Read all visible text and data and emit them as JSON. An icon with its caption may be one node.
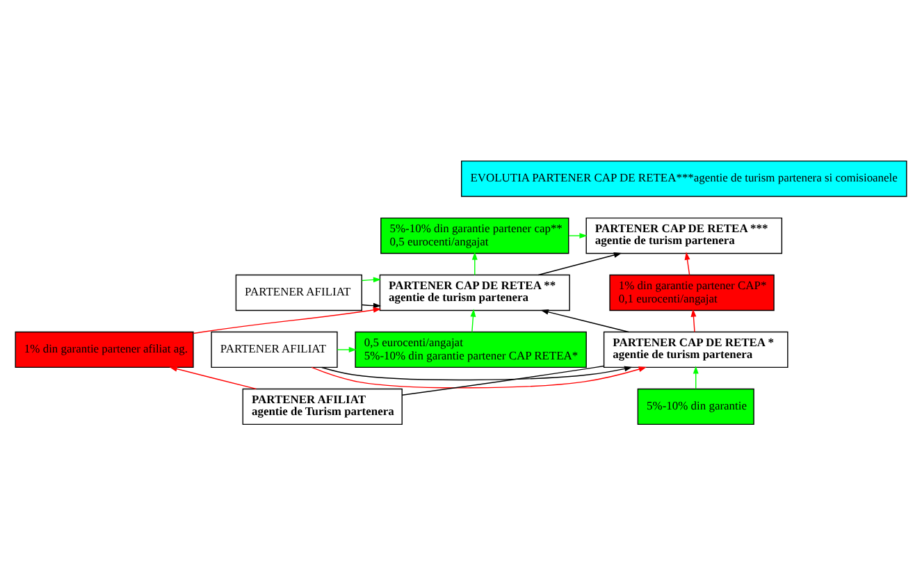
{
  "diagram": {
    "nodes": [
      {
        "text": [
          "EVOLUTIA PARTENER CAP DE RETEA***agentie de turism partenera si comisioanele"
        ]
      },
      {
        "text": [
          "PARTENER CAP DE RETEA ***",
          "agentie de turism partenera"
        ]
      },
      {
        "text": [
          "5%-10% din garantie partener cap**",
          "0,5 eurocenti/angajat"
        ]
      },
      {
        "text": [
          "1% din garantie partener CAP*",
          "0,1 eurocenti/angajat"
        ]
      },
      {
        "text": [
          "PARTENER CAP DE RETEA **",
          "agentie de turism partenera"
        ]
      },
      {
        "text": [
          "PARTENER AFILIAT"
        ]
      },
      {
        "text": [
          "PARTENER CAP DE RETEA *",
          "agentie de turism partenera"
        ]
      },
      {
        "text": [
          "PARTENER AFILIAT"
        ]
      },
      {
        "text": [
          "1% din garantie partener afiliat ag."
        ]
      },
      {
        "text": [
          "0,5 eurocenti/angajat",
          "5%-10% din garantie partener CAP RETEA*"
        ]
      },
      {
        "text": [
          "PARTENER AFILIAT",
          "agentie de Turism partenera"
        ]
      },
      {
        "text": [
          "5%-10% din garantie"
        ]
      }
    ],
    "edges": [
      {
        "from": 2,
        "to": 1,
        "arrow": "to",
        "color": "#00ff00"
      },
      {
        "from": 3,
        "to": 1,
        "arrow": "to",
        "color": "#ff0000"
      },
      {
        "from": 4,
        "to": 1,
        "arrow": "to",
        "color": "#000000"
      },
      {
        "from": 4,
        "to": 2,
        "arrow": "to",
        "color": "#00ff00"
      },
      {
        "from": 5,
        "to": 4,
        "arrow": "to",
        "color": "#00ff00"
      },
      {
        "from": 5,
        "to": 4,
        "arrow": "to",
        "color": "#000000"
      },
      {
        "from": 6,
        "to": 3,
        "arrow": "to",
        "color": "#ff0000"
      },
      {
        "from": 8,
        "to": 4,
        "arrow": "to",
        "color": "#ff0000"
      },
      {
        "from": 6,
        "to": 4,
        "arrow": "to",
        "color": "#000000"
      },
      {
        "from": 9,
        "to": 4,
        "arrow": "to",
        "color": "#00ff00"
      },
      {
        "from": 7,
        "to": 6,
        "arrow": "to",
        "color": "#000000"
      },
      {
        "from": 7,
        "to": 6,
        "arrow": "to",
        "color": "#ff0000"
      },
      {
        "from": 7,
        "to": 9,
        "arrow": "to",
        "color": "#00ff00"
      },
      {
        "from": 10,
        "to": 8,
        "arrow": "to",
        "color": "#ff0000"
      },
      {
        "from": 11,
        "to": 6,
        "arrow": "to",
        "color": "#00ff00"
      },
      {
        "from": 10,
        "to": 6,
        "arrow": "none",
        "color": "#000000"
      }
    ]
  }
}
